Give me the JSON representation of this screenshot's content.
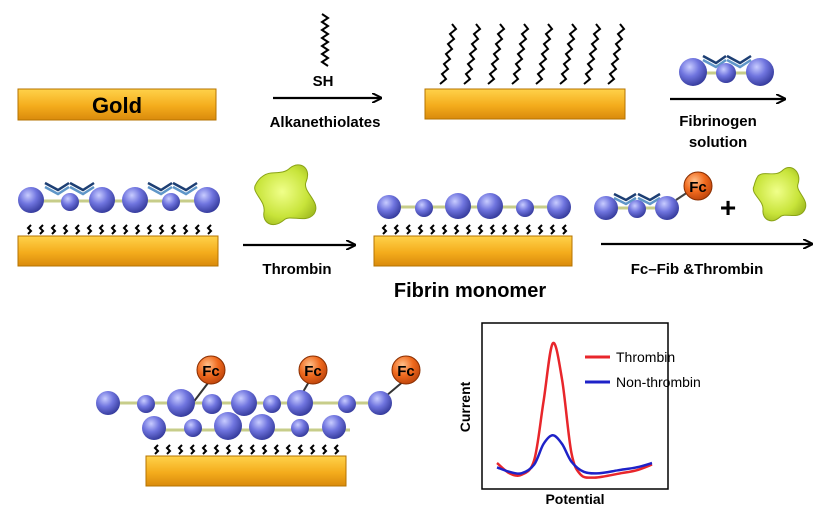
{
  "labels": {
    "gold": "Gold",
    "sh": "SH",
    "alkanethiolates": "Alkanethiolates",
    "fibrinogen_line1": "Fibrinogen",
    "fibrinogen_line2": "solution",
    "thrombin_step": "Thrombin",
    "fibrin_monomer": "Fibrin monomer",
    "fc_fib_thrombin": "Fc–Fib &Thrombin",
    "plus": "+",
    "fc": "Fc"
  },
  "chart": {
    "ylabel": "Current",
    "xlabel": "Potential",
    "legend": [
      "Thrombin",
      "Non-thrombin"
    ]
  },
  "chart_data": {
    "type": "line",
    "title": "",
    "xlabel": "Potential",
    "ylabel": "Current",
    "legend_position": "top-right",
    "grid": false,
    "xlim": [
      0,
      1
    ],
    "ylim": [
      0,
      1
    ],
    "series": [
      {
        "name": "Thrombin",
        "color": "#e8262b",
        "x": [
          0.0,
          0.08,
          0.16,
          0.24,
          0.3,
          0.36,
          0.42,
          0.48,
          0.54,
          0.62,
          0.7,
          0.8,
          0.9,
          1.0
        ],
        "y": [
          0.13,
          0.06,
          0.05,
          0.15,
          0.55,
          0.95,
          0.7,
          0.2,
          0.05,
          0.03,
          0.04,
          0.06,
          0.08,
          0.12
        ]
      },
      {
        "name": "Non-thrombin",
        "color": "#1e22c8",
        "x": [
          0.0,
          0.08,
          0.16,
          0.24,
          0.3,
          0.36,
          0.42,
          0.48,
          0.56,
          0.66,
          0.78,
          0.9,
          1.0
        ],
        "y": [
          0.1,
          0.07,
          0.06,
          0.12,
          0.26,
          0.32,
          0.26,
          0.14,
          0.07,
          0.06,
          0.08,
          0.1,
          0.13
        ]
      }
    ]
  },
  "colors": {
    "gold_face": "#f2a81d",
    "sphere": "#6e73d8",
    "linker": "#c7cd8a",
    "fc_ball": "#f0641a",
    "thrombin": "#c6e33a",
    "antibody_dark": "#1d3f74",
    "antibody_light": "#5f96c8"
  }
}
